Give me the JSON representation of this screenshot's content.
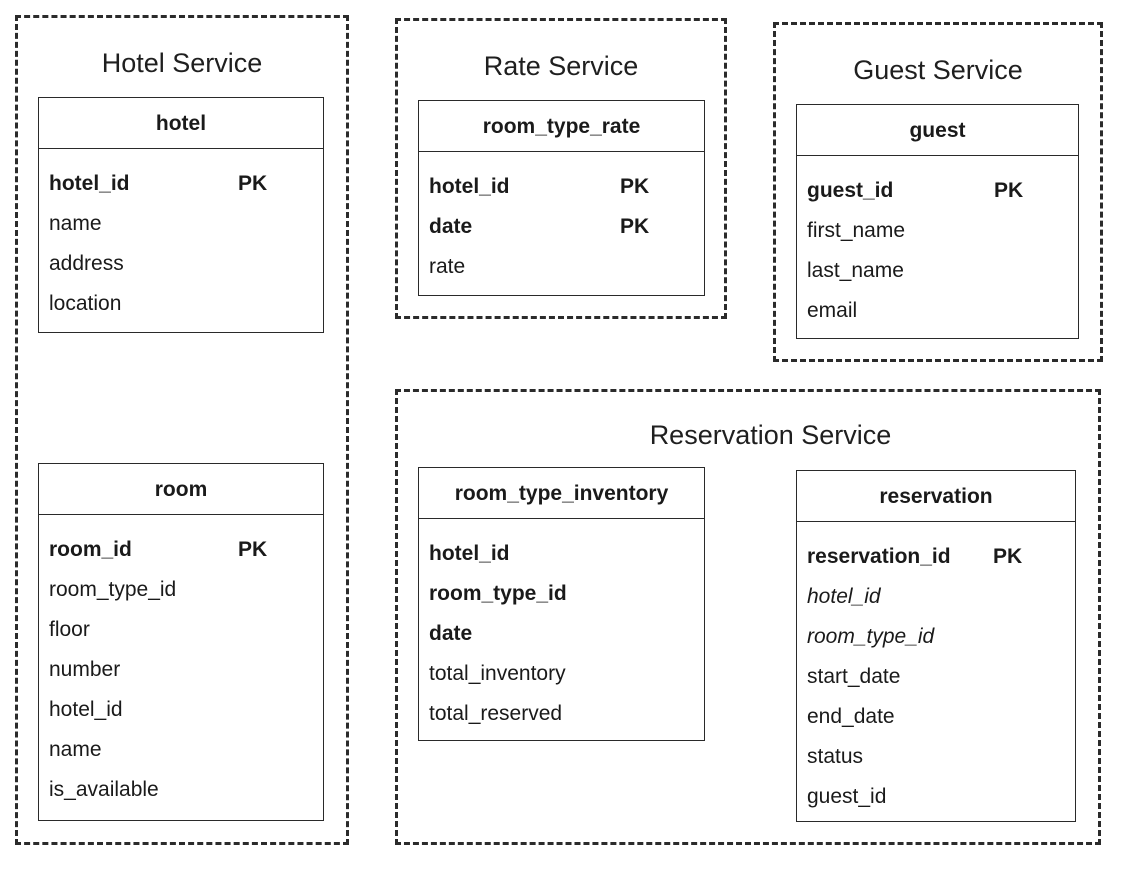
{
  "services": {
    "hotel": {
      "title": "Hotel Service",
      "tables": {
        "hotel": {
          "name": "hotel",
          "fields": [
            {
              "name": "hotel_id",
              "pk": "PK"
            },
            {
              "name": "name"
            },
            {
              "name": "address"
            },
            {
              "name": "location"
            }
          ]
        },
        "room": {
          "name": "room",
          "fields": [
            {
              "name": "room_id",
              "pk": "PK"
            },
            {
              "name": "room_type_id"
            },
            {
              "name": "floor"
            },
            {
              "name": "number"
            },
            {
              "name": "hotel_id"
            },
            {
              "name": "name"
            },
            {
              "name": "is_available"
            }
          ]
        }
      }
    },
    "rate": {
      "title": "Rate Service",
      "tables": {
        "room_type_rate": {
          "name": "room_type_rate",
          "fields": [
            {
              "name": "hotel_id",
              "pk": "PK"
            },
            {
              "name": "date",
              "pk": "PK"
            },
            {
              "name": "rate"
            }
          ]
        }
      }
    },
    "guest": {
      "title": "Guest Service",
      "tables": {
        "guest": {
          "name": "guest",
          "fields": [
            {
              "name": "guest_id",
              "pk": "PK"
            },
            {
              "name": "first_name"
            },
            {
              "name": "last_name"
            },
            {
              "name": "email"
            }
          ]
        }
      }
    },
    "reservation": {
      "title": "Reservation Service",
      "tables": {
        "room_type_inventory": {
          "name": "room_type_inventory",
          "fields": [
            {
              "name": "hotel_id"
            },
            {
              "name": "room_type_id"
            },
            {
              "name": "date"
            },
            {
              "name": "total_inventory"
            },
            {
              "name": "total_reserved"
            }
          ]
        },
        "reservation": {
          "name": "reservation",
          "fields": [
            {
              "name": "reservation_id",
              "pk": "PK"
            },
            {
              "name": "hotel_id"
            },
            {
              "name": "room_type_id"
            },
            {
              "name": "start_date"
            },
            {
              "name": "end_date"
            },
            {
              "name": "status"
            },
            {
              "name": "guest_id"
            }
          ]
        }
      }
    }
  }
}
